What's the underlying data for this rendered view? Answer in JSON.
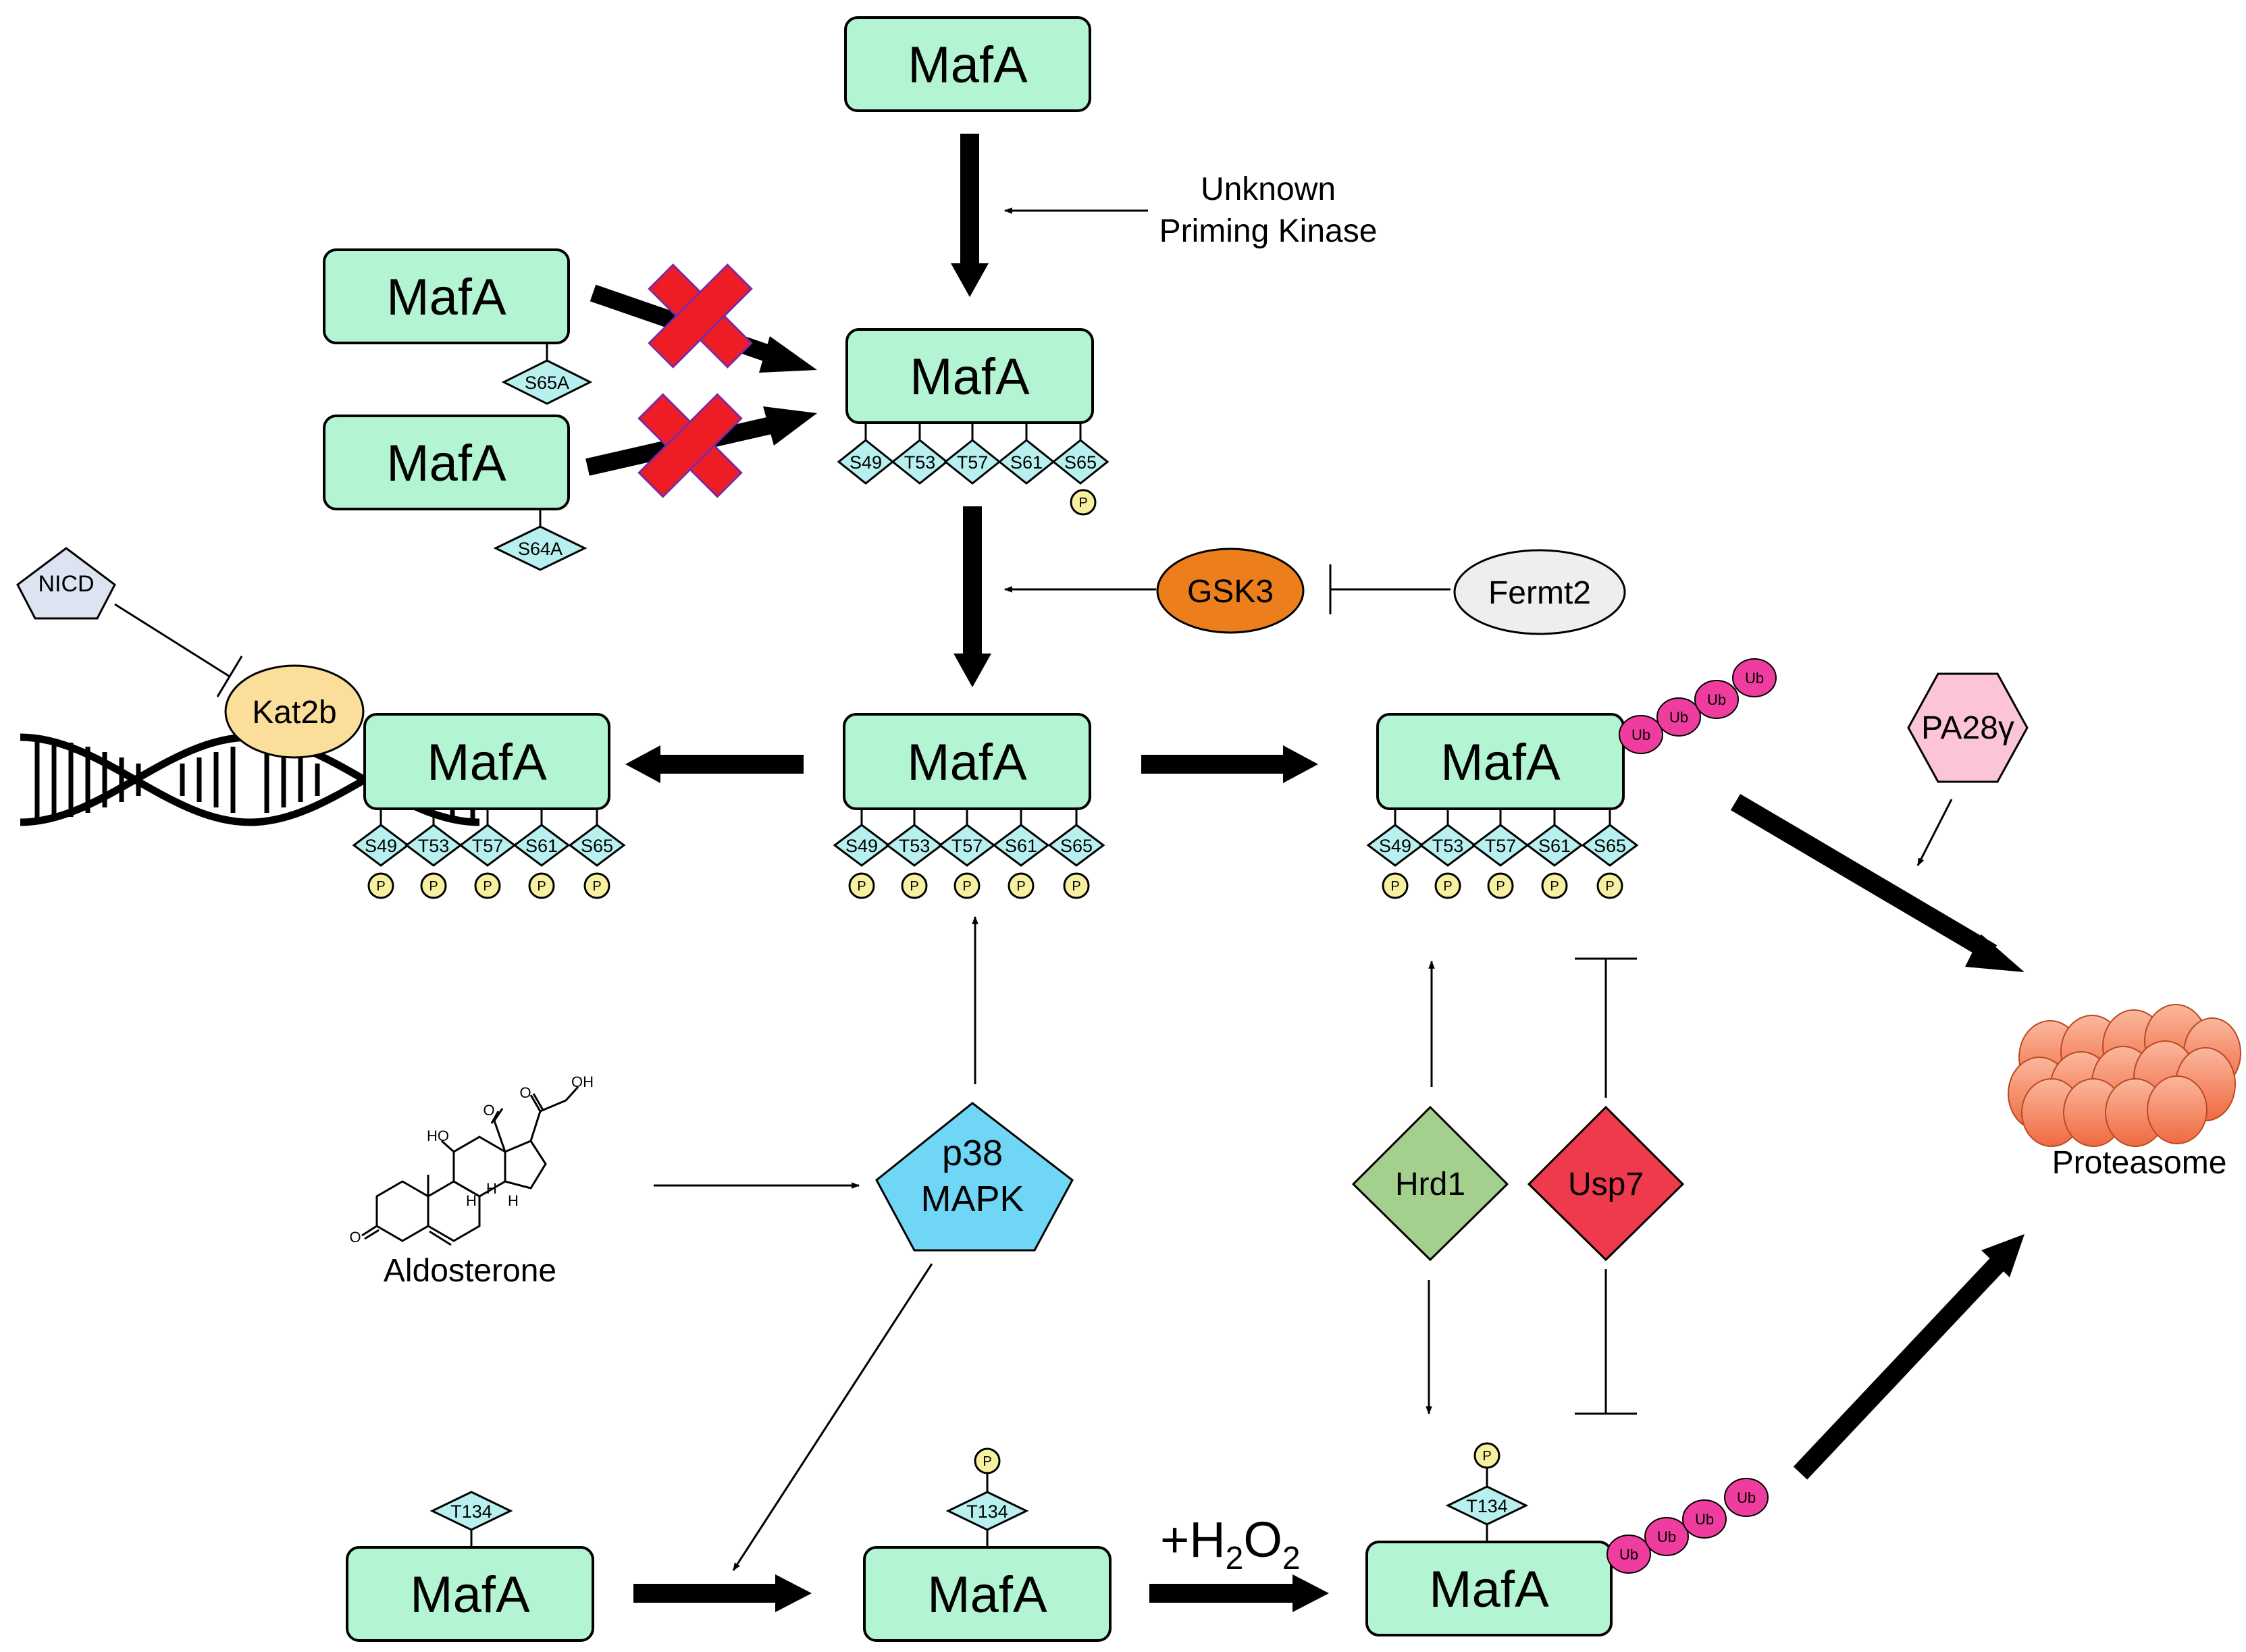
{
  "maf_label": "MafA",
  "phos_label": "P",
  "ub_label": "Ub",
  "sites": {
    "s49": "S49",
    "t53": "T53",
    "t57": "T57",
    "s61": "S61",
    "s65": "S65",
    "s65a": "S65A",
    "s64a": "S64A",
    "t134": "T134"
  },
  "labels": {
    "priming_line1": "Unknown",
    "priming_line2": "Priming Kinase",
    "gsk3": "GSK3",
    "fermt2": "Fermt2",
    "nicd": "NICD",
    "kat2b": "Kat2b",
    "pa28": "PA28γ",
    "proteasome": "Proteasome",
    "p38_line1": "p38",
    "p38_line2": "MAPK",
    "aldosterone": "Aldosterone",
    "hrd1": "Hrd1",
    "usp7": "Usp7",
    "h2o2_plus": "+H",
    "h2o2_sub1": "2",
    "h2o2_o": "O",
    "h2o2_sub2": "2"
  },
  "chem_labels": {
    "oh": "OH",
    "ho": "HO",
    "o": "O",
    "h": "H"
  },
  "colors": {
    "mafa_fill": "#b3f5d2",
    "site_fill": "#b8f0f0",
    "phos_fill": "#f6f0a0",
    "ub_fill": "#ee3d9e",
    "gsk3_fill": "#ec7f1b",
    "fermt2_fill": "#eeeeee",
    "nicd_fill": "#dce4f2",
    "kat2b_fill": "#fbde9a",
    "pa28_fill": "#fbc4d7",
    "p38_fill": "#6fd7f5",
    "hrd1_fill": "#a5cf8c",
    "usp7_fill": "#ee3a4c",
    "proteasome_fill": "#f7865f",
    "inhibit_x": "#ee1c25"
  }
}
